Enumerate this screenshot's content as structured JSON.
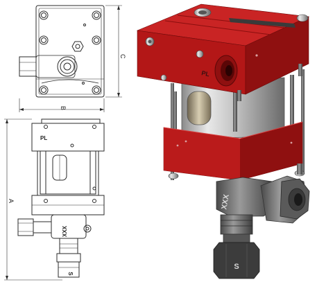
{
  "dimensions": {
    "width_label": "B",
    "height_top_label": "C",
    "height_side_label": "A"
  },
  "port_labels": {
    "side_view_pl": "PL",
    "side_view_s": "S",
    "side_view_model": "XXX",
    "render_pl": "PL",
    "render_s": "S",
    "render_model": "XXX"
  },
  "colors": {
    "red_body": "#b81818",
    "red_dark": "#7e0c0c",
    "steel": "#c8c8c8",
    "steel_dark": "#6f6f6f",
    "line": "#2a2a2a"
  }
}
